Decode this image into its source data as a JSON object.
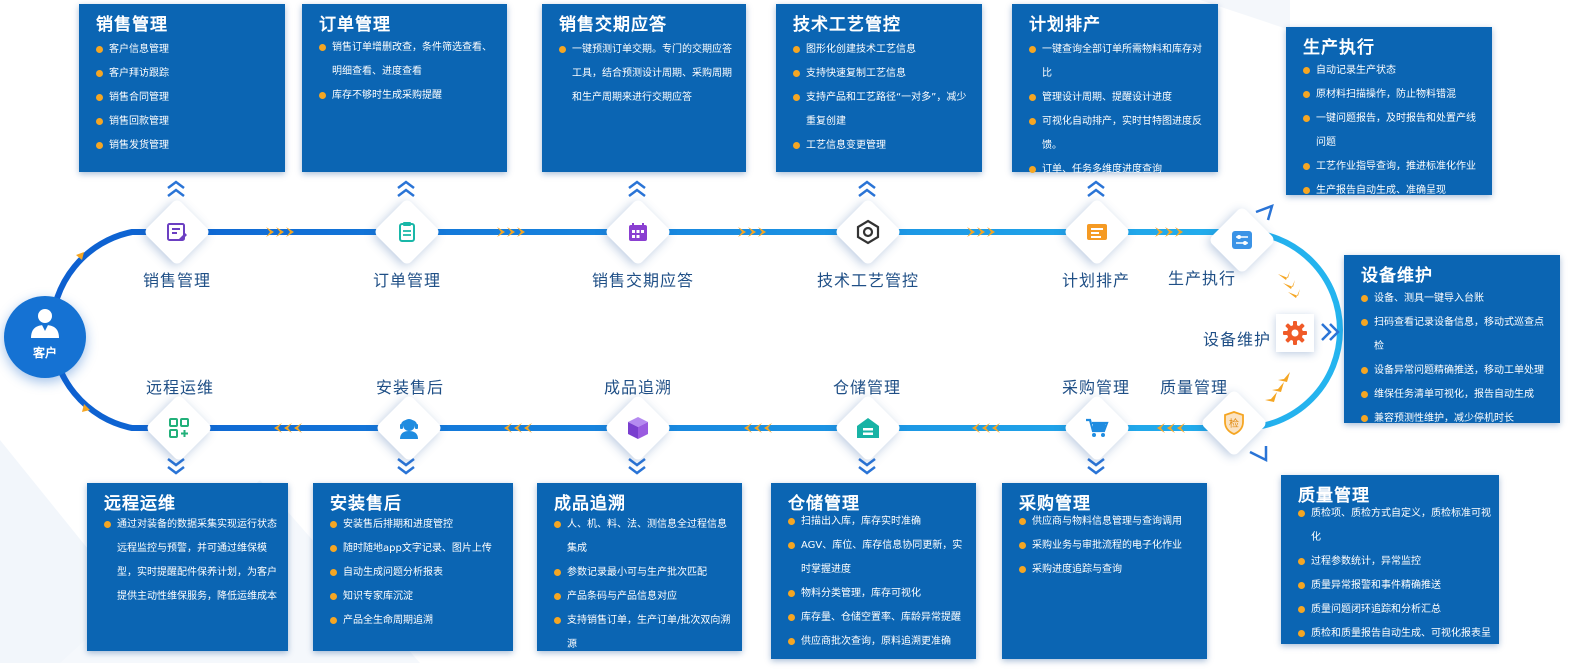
{
  "customer": {
    "label": "客户",
    "icon": "user-icon"
  },
  "colors": {
    "card_bg": "#0b65b3",
    "bullet": "#f5a623",
    "track": "#1572d3",
    "label": "#1f4f86"
  },
  "nodes": [
    {
      "id": "sales",
      "label": "销售管理",
      "icon": "sales-form-icon"
    },
    {
      "id": "order",
      "label": "订单管理",
      "icon": "clipboard-icon"
    },
    {
      "id": "delivery",
      "label": "销售交期应答",
      "icon": "calendar-icon"
    },
    {
      "id": "tech",
      "label": "技术工艺管控",
      "icon": "process-icon"
    },
    {
      "id": "plan",
      "label": "计划排产",
      "icon": "schedule-icon"
    },
    {
      "id": "exec",
      "label": "生产执行",
      "icon": "control-panel-icon"
    },
    {
      "id": "equip",
      "label": "设备维护",
      "icon": "gear-icon"
    },
    {
      "id": "quality",
      "label": "质量管理",
      "icon": "shield-check-icon",
      "glyph": "检"
    },
    {
      "id": "purchase",
      "label": "采购管理",
      "icon": "cart-icon"
    },
    {
      "id": "warehouse",
      "label": "仓储管理",
      "icon": "warehouse-icon"
    },
    {
      "id": "trace",
      "label": "成品追溯",
      "icon": "box-icon"
    },
    {
      "id": "service",
      "label": "安装售后",
      "icon": "headset-icon"
    },
    {
      "id": "remote",
      "label": "远程运维",
      "icon": "network-icon"
    }
  ],
  "cards": {
    "sales": {
      "title": "销售管理",
      "items": [
        "客户信息管理",
        "客户拜访跟踪",
        "销售合同管理",
        "销售回款管理",
        "销售发货管理"
      ]
    },
    "order": {
      "title": "订单管理",
      "items": [
        "销售订单增删改查，条件筛选查看、明细查看、进度查看",
        "库存不够时生成采购提醒"
      ]
    },
    "delivery": {
      "title": "销售交期应答",
      "items": [
        "一键预测订单交期。专门的交期应答工具，结合预测设计周期、采购周期和生产周期来进行交期应答"
      ]
    },
    "tech": {
      "title": "技术工艺管控",
      "items": [
        "图形化创建技术工艺信息",
        "支持快速复制工艺信息",
        "支持产品和工艺路径“一对多”，减少重复创建",
        "工艺信息变更管理"
      ]
    },
    "plan": {
      "title": "计划排产",
      "items": [
        "一键查询全部订单所需物料和库存对比",
        "管理设计周期、提醒设计进度",
        "可视化自动排产，实时甘特图进度反馈。",
        "订单、任务多维度进度查询"
      ]
    },
    "exec": {
      "title": "生产执行",
      "items": [
        "自动记录生产状态",
        "原材料扫描操作，防止物料错混",
        "一键问题报告，及时报告和处置产线问题",
        "工艺作业指导查询，推进标准化作业",
        "生产报告自动生成、准确呈现"
      ]
    },
    "equip": {
      "title": "设备维护",
      "items": [
        "设备、测具一键导入台账",
        "扫码查看记录设备信息，移动式巡查点检",
        "设备异常问题精确推送，移动工单处理",
        "维保任务清单可视化，报告自动生成",
        "兼容预测性维护，减少停机时长"
      ]
    },
    "quality": {
      "title": "质量管理",
      "items": [
        "质检项、质检方式自定义，质检标准可视化",
        "过程参数统计，异常监控",
        "质量异常报警和事件精确推送",
        "质量问题闭环追踪和分析汇总",
        "质检和质量报告自动生成、可视化报表呈现"
      ]
    },
    "purchase": {
      "title": "采购管理",
      "items": [
        "供应商与物料信息管理与查询调用",
        "采购业务与审批流程的电子化作业",
        "采购进度追踪与查询"
      ]
    },
    "warehouse": {
      "title": "仓储管理",
      "items": [
        "扫描出入库，库存实时准确",
        "AGV、库位、库存信息协同更新，实时掌握进度",
        "物料分类管理，库存可视化",
        "库存量、仓储空置率、库龄异常提醒",
        "供应商批次查询，原料追溯更准确"
      ]
    },
    "trace": {
      "title": "成品追溯",
      "items": [
        "人、机、料、法、测信息全过程信息集成",
        "参数记录最小可与生产批次匹配",
        "产品条码与产品信息对应",
        "支持销售订单，生产订单/批次双向溯源"
      ]
    },
    "service": {
      "title": "安装售后",
      "items": [
        "安装售后排期和进度管控",
        "随时随地app文字记录、图片上传",
        "自动生成问题分析报表",
        "知识专家库沉淀",
        "产品全生命周期追溯"
      ]
    },
    "remote": {
      "title": "远程运维",
      "items": [
        "通过对装备的数据采集实现运行状态远程监控与预警，并可通过维保模型，实时提醒配件保养计划，为客户提供主动性维保服务，降低运维成本"
      ]
    }
  }
}
